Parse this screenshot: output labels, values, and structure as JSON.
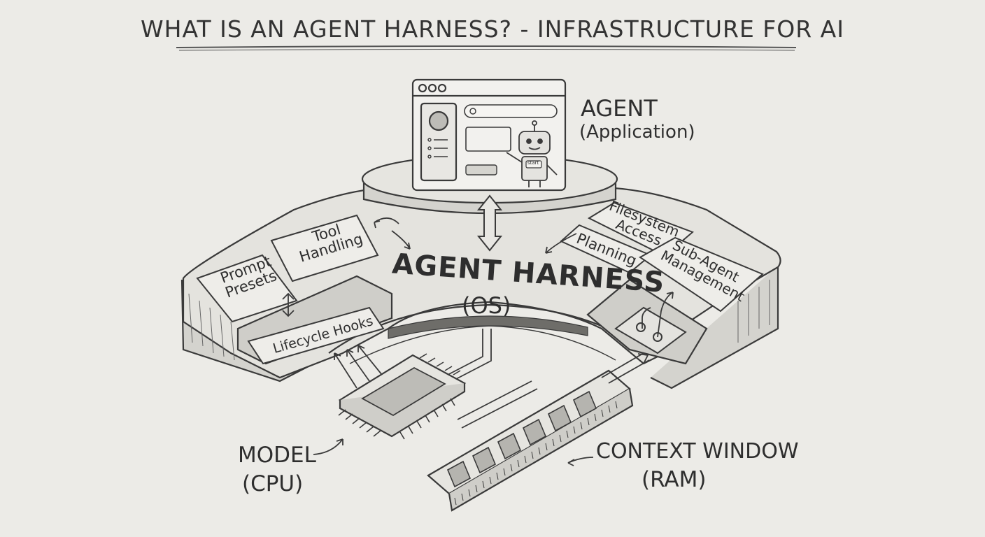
{
  "title": "WHAT IS AN AGENT HARNESS? - INFRASTRUCTURE FOR AI",
  "agent": {
    "name": "AGENT",
    "role": "(Application)"
  },
  "harness": {
    "name": "AGENT HARNESS",
    "role": "(OS)"
  },
  "model": {
    "name": "MODEL",
    "role": "(CPU)"
  },
  "context": {
    "name": "CONTEXT WINDOW",
    "role": "(RAM)"
  },
  "modules": {
    "prompt_presets": "Prompt Presets",
    "tool_handling": "Tool Handling",
    "lifecycle_hooks": "Lifecycle Hooks",
    "filesystem_access": "Filesystem Access",
    "planning": "Planning",
    "sub_agent_management": "Sub-Agent Management"
  },
  "ui_mock": {
    "robot_screen_text": "start"
  },
  "colors": {
    "paper": "#ecebe7",
    "pencil": "#3a3a3a",
    "shade": "#b9b8b3"
  }
}
